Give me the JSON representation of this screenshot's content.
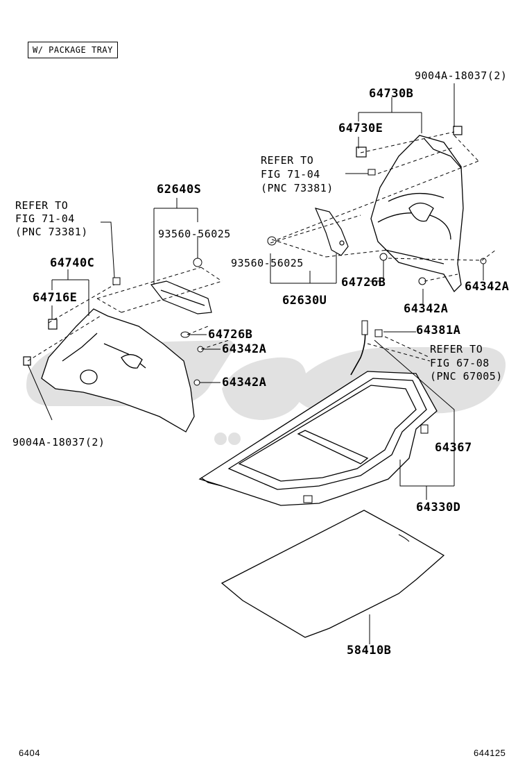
{
  "header": {
    "variant_note": "W/ PACKAGE TRAY"
  },
  "parts": {
    "p9004a_top": "9004A-18037(2)",
    "p64730b": "64730B",
    "p64730e": "64730E",
    "p62640s": "62640S",
    "p93560_left": "93560-56025",
    "p93560_right": "93560-56025",
    "p62630u": "62630U",
    "p64726b_right": "64726B",
    "p64342a_right1": "64342A",
    "p64342a_right2": "64342A",
    "p64740c": "64740C",
    "p64716e": "64716E",
    "p64726b_left": "64726B",
    "p64342a_left1": "64342A",
    "p64342a_left2": "64342A",
    "p9004a_bottom": "9004A-18037(2)",
    "p64381a": "64381A",
    "p64367": "64367",
    "p64330d": "64330D",
    "p58410b": "58410B"
  },
  "refs": {
    "ref_left": {
      "line1": "REFER TO",
      "line2": "FIG 71-04",
      "line3": "(PNC 73381)"
    },
    "ref_mid": {
      "line1": "REFER TO",
      "line2": "FIG 71-04",
      "line3": "(PNC 73381)"
    },
    "ref_right": {
      "line1": "REFER TO",
      "line2": "FIG 67-08",
      "line3": "(PNC 67005)"
    }
  },
  "footer": {
    "page_code": "6404",
    "figure_code": "644125"
  },
  "colors": {
    "ink": "#000000",
    "watermark": "#d9d9d9",
    "panel_fill": "#ffffff"
  }
}
